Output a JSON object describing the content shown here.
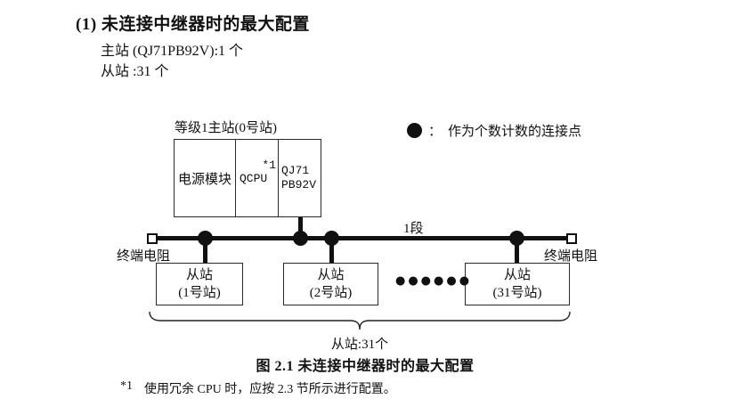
{
  "header": {
    "title": "(1) 未连接中继器时的最大配置",
    "master_count_line": "主站 (QJ71PB92V):1 个",
    "slave_count_line": "从站 :31 个"
  },
  "legend": {
    "separator": "：",
    "text": "作为个数计数的连接点"
  },
  "diagram": {
    "master_label": "等级1主站(0号站)",
    "master_cells": {
      "power": "电源模块",
      "cpu": "QCPU",
      "cpu_note": "*1",
      "pb_line1": "QJ71",
      "pb_line2": "PB92V"
    },
    "segment_label": "1段",
    "terminator_left": "终端电阻",
    "terminator_right": "终端电阻",
    "slaves": [
      {
        "line1": "从站",
        "line2": "(1号站)"
      },
      {
        "line1": "从站",
        "line2": "(2号站)"
      },
      {
        "line1": "从站",
        "line2": "(31号站)"
      }
    ],
    "ellipsis": "●●●●●●",
    "brace_label": "从站:31个"
  },
  "caption": "图 2.1 未连接中继器时的最大配置",
  "footnote": {
    "marker": "*1",
    "text": "使用冗余 CPU 时，应按 2.3 节所示进行配置。"
  },
  "colors": {
    "ink": "#111111",
    "background": "#ffffff"
  }
}
